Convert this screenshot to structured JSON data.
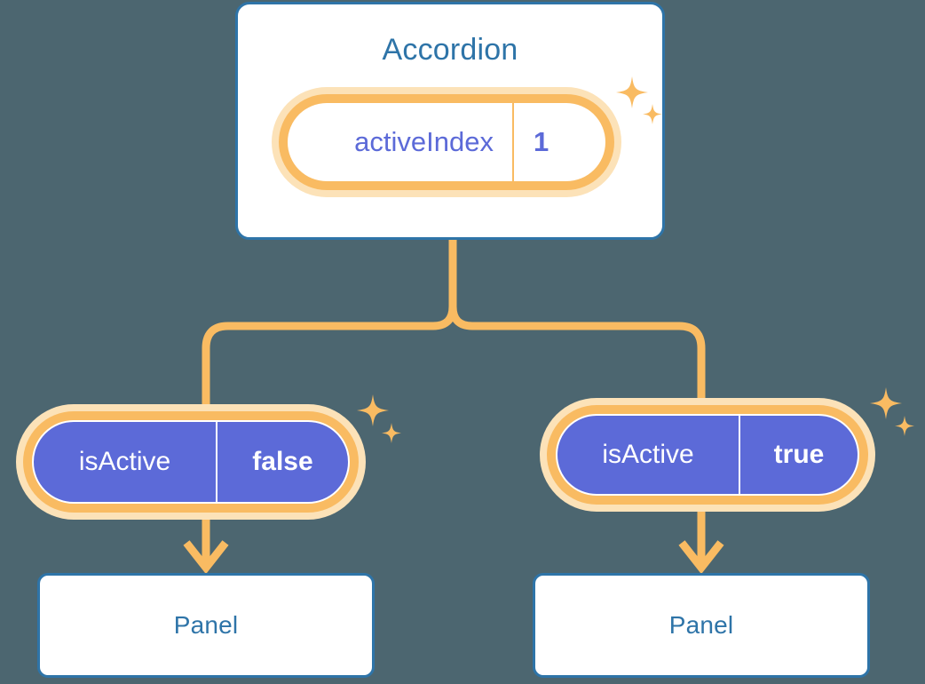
{
  "theme": {
    "background": "#4c6670",
    "card_border": "#2e74a8",
    "card_fill": "#ffffff",
    "title_text": "#2e74a8",
    "pill_ring": "#f9bb62",
    "pill_glow": "#fce2b8",
    "pill_fill_active": "#5c6ad8",
    "value_text_purple": "#5c6ad8",
    "value_text_white": "#ffffff",
    "connector": "#f9bb62"
  },
  "diagram": {
    "type": "component-state-tree",
    "root": {
      "name": "accordion-card",
      "title": "Accordion",
      "state": {
        "key": "activeIndex",
        "value": "1"
      },
      "sparkle": "sparkle-icon"
    },
    "branches": [
      {
        "name": "branch-left",
        "state": {
          "key": "isActive",
          "value": "false"
        },
        "sparkle": "sparkle-icon",
        "child": {
          "name": "panel-card-left",
          "title": "Panel"
        }
      },
      {
        "name": "branch-right",
        "state": {
          "key": "isActive",
          "value": "true"
        },
        "sparkle": "sparkle-icon",
        "child": {
          "name": "panel-card-right",
          "title": "Panel"
        }
      }
    ]
  }
}
